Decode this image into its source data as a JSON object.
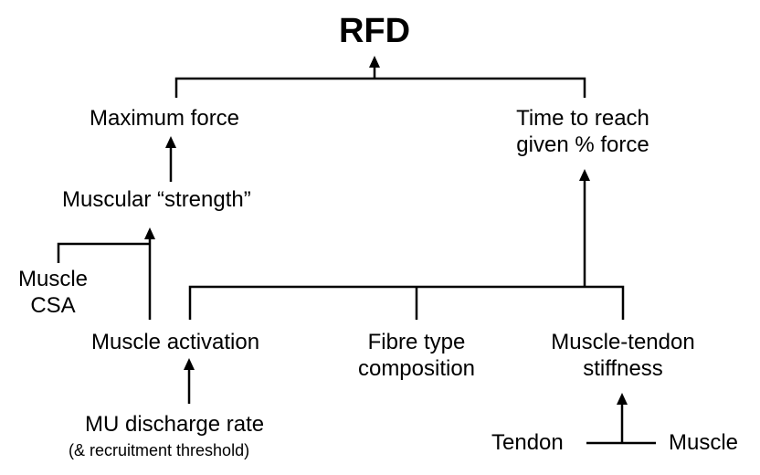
{
  "diagram": {
    "title": "RFD",
    "nodes": {
      "maximum_force": "Maximum force",
      "time_to_reach_line1": "Time to reach",
      "time_to_reach_line2": "given % force",
      "muscular_strength": "Muscular “strength”",
      "muscle_csa_line1": "Muscle",
      "muscle_csa_line2": "CSA",
      "muscle_activation": "Muscle activation",
      "fibre_type_line1": "Fibre type",
      "fibre_type_line2": "composition",
      "muscle_tendon_line1": "Muscle-tendon",
      "muscle_tendon_line2": "stiffness",
      "mu_discharge": "MU discharge rate",
      "recruitment_note": "(& recruitment threshold)",
      "tendon": "Tendon",
      "muscle": "Muscle"
    }
  }
}
